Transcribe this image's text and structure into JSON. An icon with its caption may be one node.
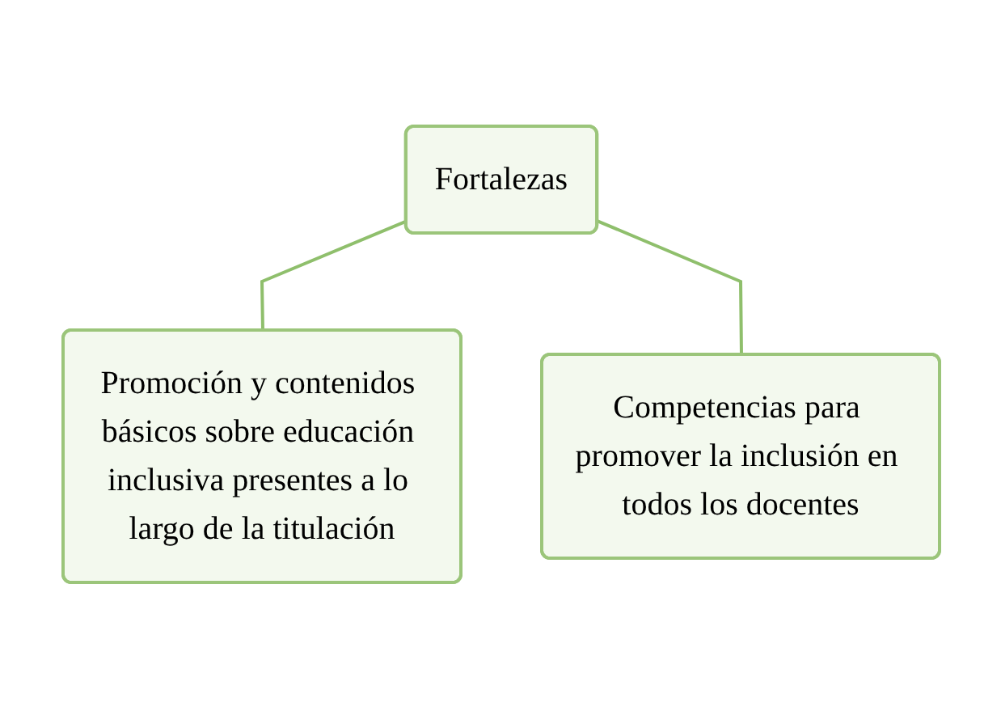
{
  "diagram": {
    "nodes": [
      {
        "text": [
          "Fortalezas"
        ]
      },
      {
        "text": [
          "Promoción y contenidos básicos sobre educación inclusiva presentes a lo largo de la titulación"
        ]
      },
      {
        "text": [
          "Competencias para promover la inclusión en todos los docentes"
        ]
      }
    ],
    "edges": [
      {
        "from": 0,
        "to": 1,
        "arrow": "none"
      },
      {
        "from": 0,
        "to": 2,
        "arrow": "none"
      }
    ]
  }
}
